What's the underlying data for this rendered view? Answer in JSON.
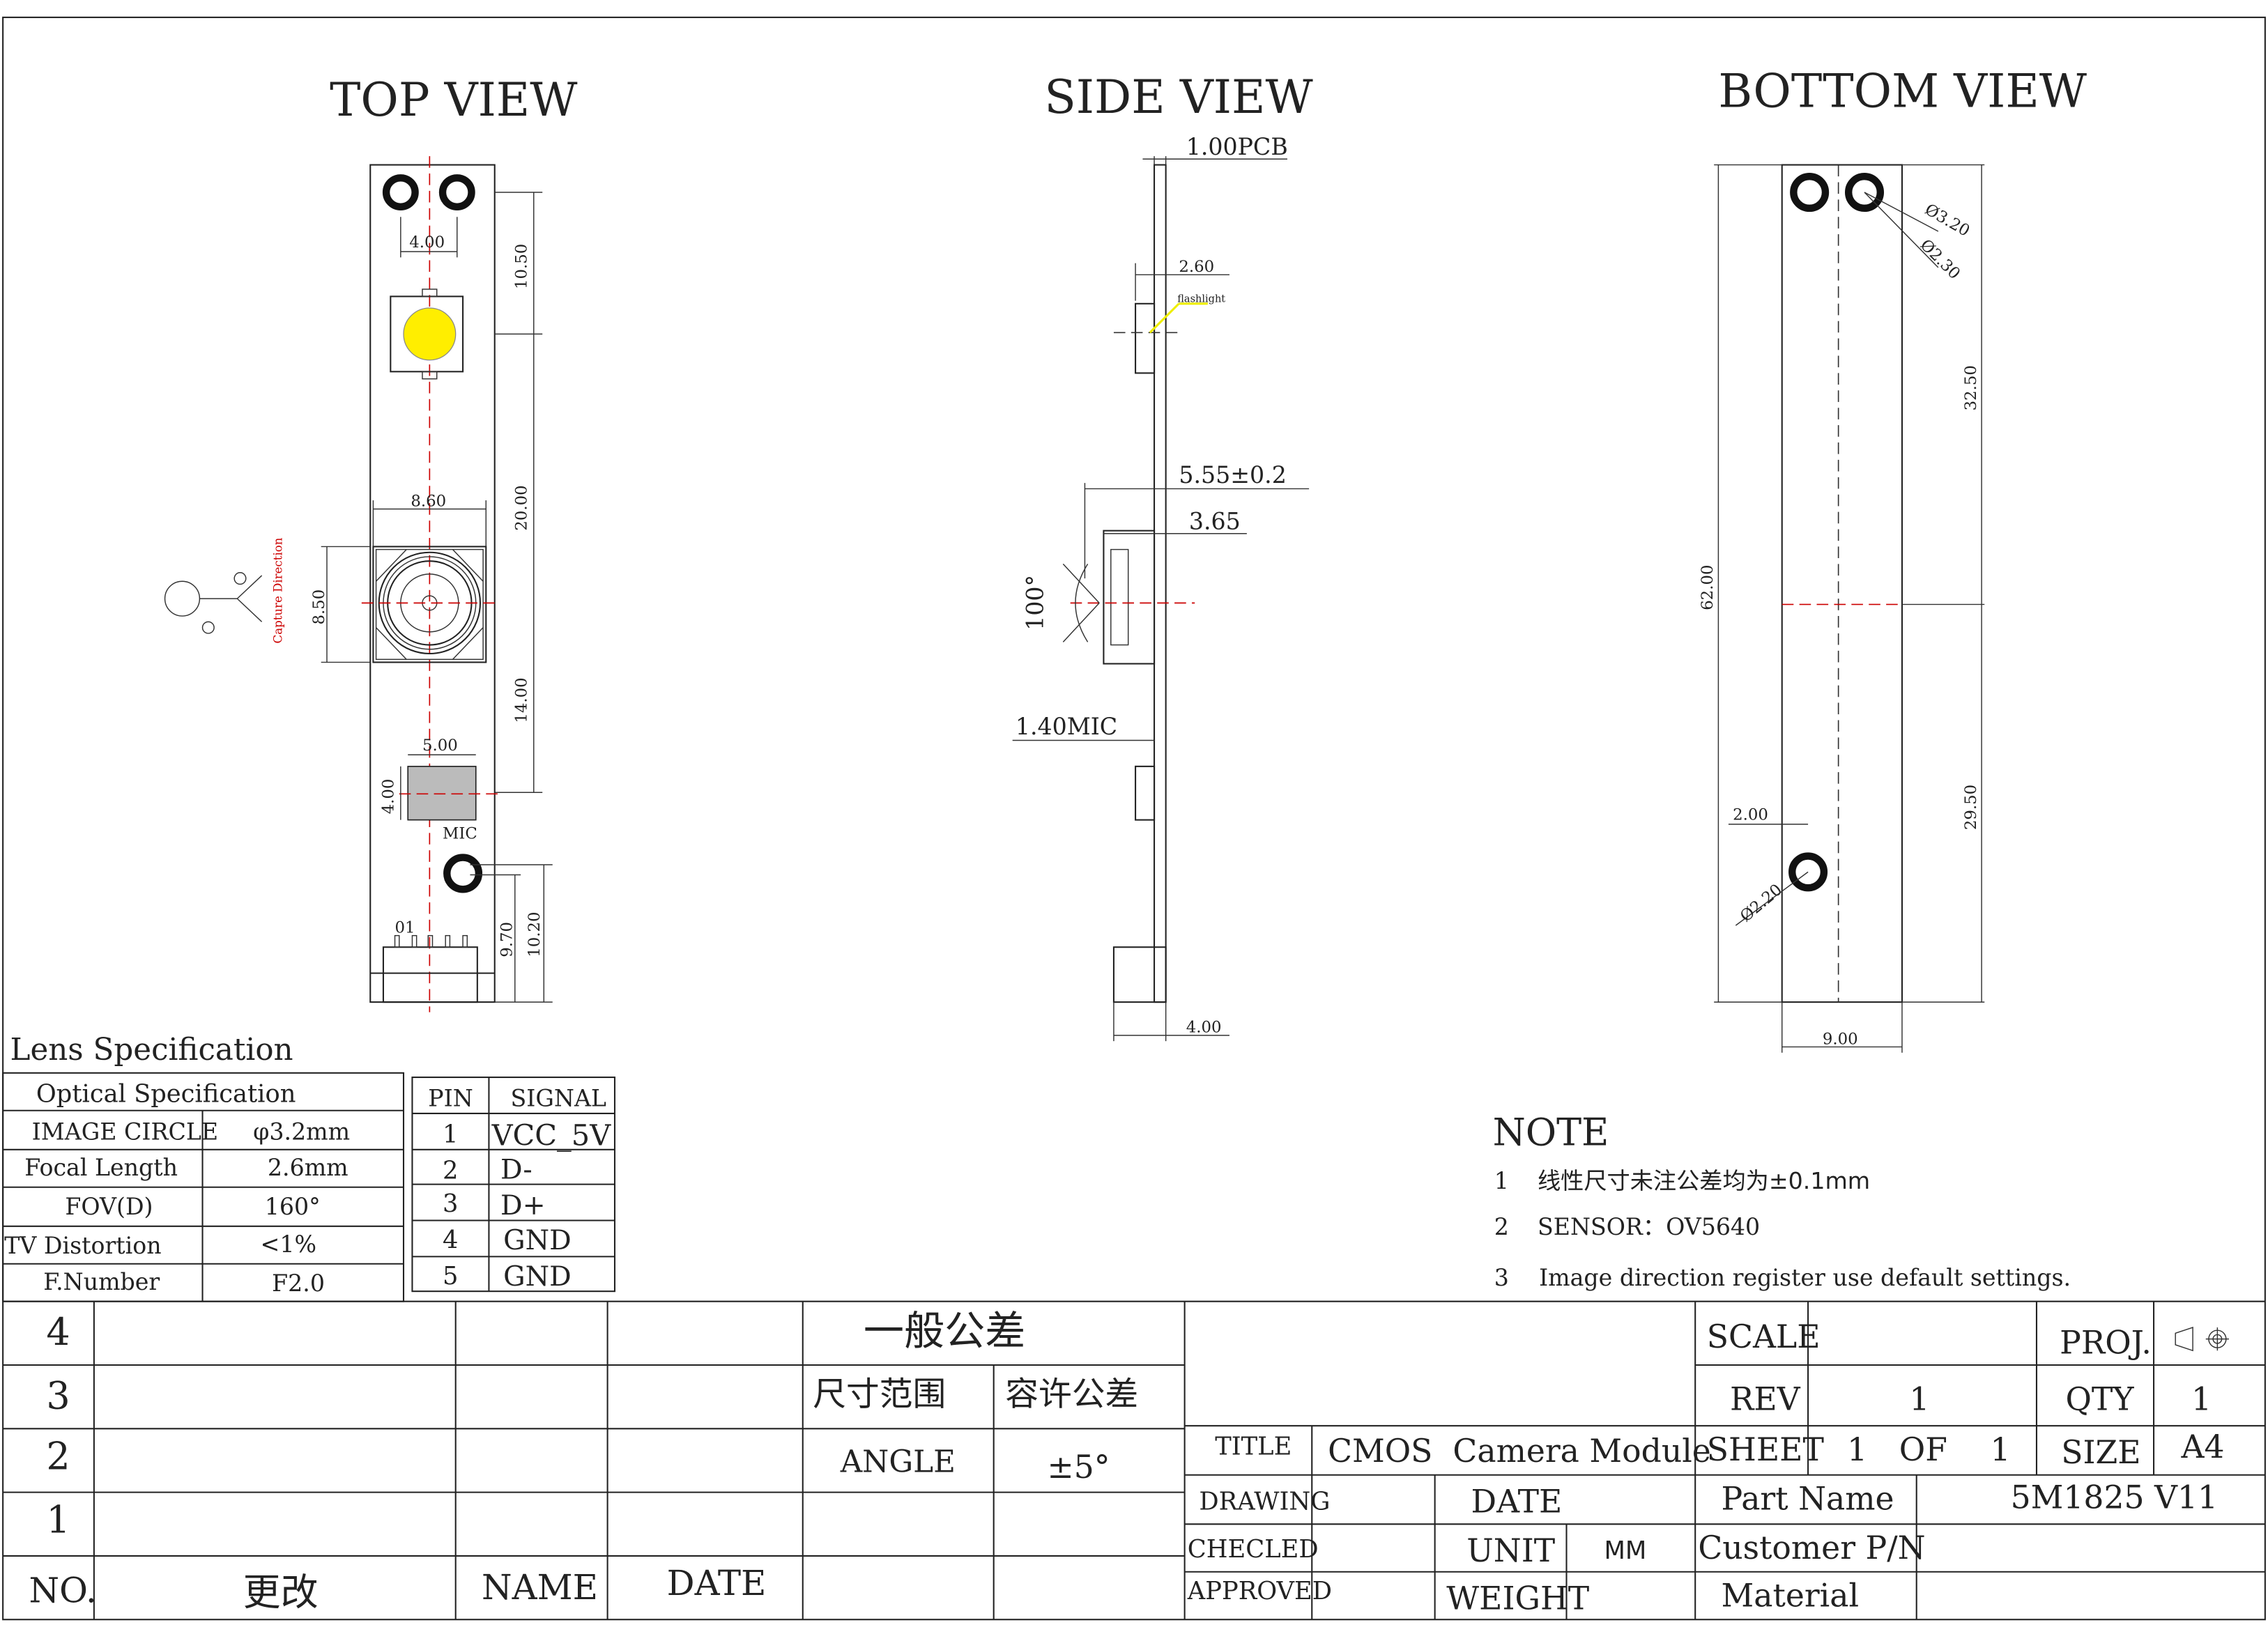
{
  "views": {
    "top": "TOP VIEW",
    "side": "SIDE VIEW",
    "bottom": "BOTTOM VIEW"
  },
  "top_view": {
    "dims": {
      "hole_pitch": "4.00",
      "d1": "10.50",
      "d2": "20.00",
      "d3": "14.00",
      "cam_w": "8.60",
      "cam_h": "8.50",
      "mic_w": "5.00",
      "mic_h": "4.00",
      "d4": "9.70",
      "d5": "10.20"
    },
    "mic_label": "MIC",
    "pin1_label": "01",
    "capture_label": "Capture Direction",
    "led_color": "#ffee00"
  },
  "side_view": {
    "dims": {
      "pcb": "1.00PCB",
      "flash": "2.60",
      "total": "5.55±0.2",
      "cam": "3.65",
      "fov": "100°",
      "mic": "1.40MIC",
      "conn": "4.00"
    },
    "flash_label": "flashlight"
  },
  "bottom_view": {
    "dims": {
      "hole_outer": "Ø3.20",
      "hole_inner": "Ø2.30",
      "d1": "32.50",
      "total": "62.00",
      "d2": "29.50",
      "offset": "2.00",
      "hole2": "Ø2.20",
      "width": "9.00"
    }
  },
  "lens_spec": {
    "title": "Lens Specification",
    "header": "Optical Specification",
    "rows": [
      {
        "k": "IMAGE CIRCLE",
        "v": "φ3.2mm"
      },
      {
        "k": "Focal Length",
        "v": "2.6mm"
      },
      {
        "k": "FOV(D)",
        "v": "160°"
      },
      {
        "k": "TV Distortion",
        "v": "<1%"
      },
      {
        "k": "F.Number",
        "v": "F2.0"
      }
    ]
  },
  "pin_table": {
    "headers": [
      "PIN",
      "SIGNAL"
    ],
    "rows": [
      [
        "1",
        "VCC_5V"
      ],
      [
        "2",
        "D-"
      ],
      [
        "3",
        "D+"
      ],
      [
        "4",
        "GND"
      ],
      [
        "5",
        "GND"
      ]
    ]
  },
  "notes": {
    "title": "NOTE",
    "items": [
      {
        "n": "1",
        "t": "线性尺寸未注公差均为±0.1mm"
      },
      {
        "n": "2",
        "t": "SENSOR：OV5640"
      },
      {
        "n": "3",
        "t": "Image direction register use default settings."
      }
    ]
  },
  "revision": {
    "rows": [
      "4",
      "3",
      "2",
      "1"
    ],
    "headers": {
      "no": "NO.",
      "change": "更改",
      "name": "NAME",
      "date": "DATE"
    },
    "tolerance_title": "一般公差",
    "range_label": "尺寸范围",
    "tol_label": "容许公差",
    "angle": "ANGLE",
    "angle_tol": "±5°"
  },
  "title_block": {
    "scale_label": "SCALE",
    "scale": "",
    "proj_label": "PROJ.",
    "rev_label": "REV",
    "rev": "1",
    "qty_label": "QTY",
    "qty": "1",
    "title_label": "TITLE",
    "title": "CMOS  Camera Module",
    "sheet_label": "SHEET",
    "sheet": "1",
    "of_label": "OF",
    "sheets": "1",
    "size_label": "SIZE",
    "size": "A4",
    "drawing_label": "DRAWING",
    "date_label": "DATE",
    "part_name_label": "Part Name",
    "part_name": "5M1825 V11",
    "checked_label": "CHECLED",
    "unit_label": "UNIT",
    "unit": "MM",
    "customer_pn_label": "Customer P/N",
    "approved_label": "APPROVED",
    "weight_label": "WEIGHT",
    "material_label": "Material"
  }
}
